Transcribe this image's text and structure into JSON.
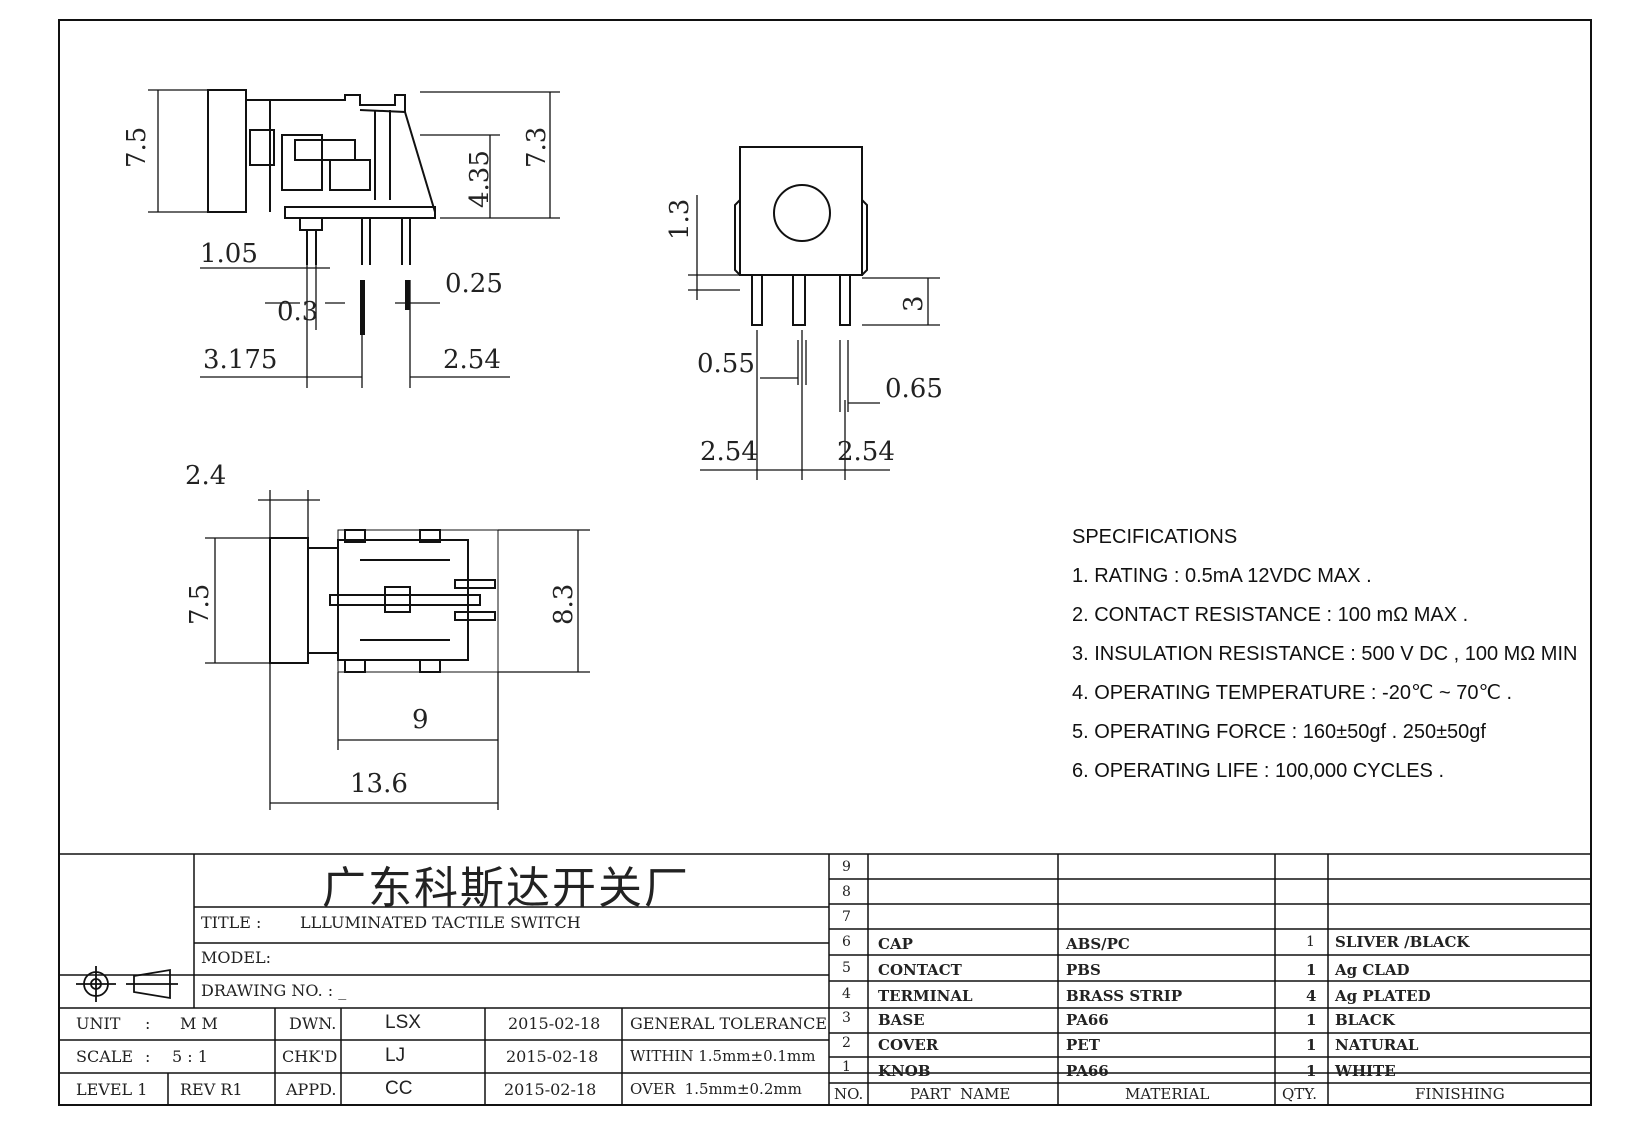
{
  "dimensions": {
    "side_height_left": "7.5",
    "side_height_right": "7.3",
    "side_mid": "4.35",
    "pin_offset": "1.05",
    "pin_width": "0.3",
    "pin_thickness": "0.25",
    "pitch_left": "3.175",
    "pitch_right": "2.54",
    "front_top": "1.3",
    "front_pin_len": "3",
    "front_pin_w1": "0.55",
    "front_pin_w2": "0.65",
    "front_pitch_left": "2.54",
    "front_pitch_right": "2.54",
    "top_cap": "2.4",
    "top_height_left": "7.5",
    "top_height_right": "8.3",
    "top_width_body": "9",
    "top_width_total": "13.6"
  },
  "specifications": {
    "heading": "SPECIFICATIONS",
    "items": [
      "1. RATING : 0.5mA 12VDC MAX .",
      "2. CONTACT RESISTANCE : 100 mΩ MAX .",
      "3. INSULATION RESISTANCE : 500 V DC , 100 MΩ MIN",
      "4. OPERATING TEMPERATURE : -20℃ ~ 70℃ .",
      "5. OPERATING FORCE : 160±50gf . 250±50gf",
      "6. OPERATING LIFE : 100,000 CYCLES ."
    ]
  },
  "title_block": {
    "company": "广东科斯达开关厂",
    "title_label": "TITLE :",
    "title_value": "LLLUMINATED TACTILE SWITCH",
    "model_label": "MODEL:",
    "drawing_no_label": "DRAWING NO. : _",
    "unit_label": "UNIT",
    "unit_sep": ":",
    "unit_value": "M M",
    "scale_label": "SCALE",
    "scale_sep": ":",
    "scale_value": "5 : 1",
    "level": "LEVEL 1",
    "rev": "REV R1",
    "dwn_label": "DWN.",
    "dwn_name": "LSX",
    "dwn_date": "2015-02-18",
    "chk_label": "CHK'D",
    "chk_name": "LJ",
    "chk_date": "2015-02-18",
    "appd_label": "APPD.",
    "appd_name": "CC",
    "appd_date": "2015-02-18",
    "tol_heading": "GENERAL TOLERANCE",
    "tol_within": "WITHIN 1.5mm±0.1mm",
    "tol_over": "OVER  1.5mm±0.2mm"
  },
  "bom": {
    "header": {
      "no": "NO.",
      "part": "PART  NAME",
      "material": "MATERIAL",
      "qty": "QTY.",
      "finishing": "FINISHING"
    },
    "rows": [
      {
        "no": "9",
        "part": "",
        "material": "",
        "qty": "",
        "finishing": ""
      },
      {
        "no": "8",
        "part": "",
        "material": "",
        "qty": "",
        "finishing": ""
      },
      {
        "no": "7",
        "part": "",
        "material": "",
        "qty": "",
        "finishing": ""
      },
      {
        "no": "6",
        "part": "CAP",
        "material": "ABS/PC",
        "qty": "1",
        "finishing": "SLIVER /BLACK"
      },
      {
        "no": "5",
        "part": "CONTACT",
        "material": "PBS",
        "qty": "1",
        "finishing": "Ag CLAD"
      },
      {
        "no": "4",
        "part": "TERMINAL",
        "material": "BRASS STRIP",
        "qty": "4",
        "finishing": "Ag PLATED"
      },
      {
        "no": "3",
        "part": "BASE",
        "material": "PA66",
        "qty": "1",
        "finishing": "BLACK"
      },
      {
        "no": "2",
        "part": "COVER",
        "material": "PET",
        "qty": "1",
        "finishing": "NATURAL"
      },
      {
        "no": "1",
        "part": "KNOB",
        "material": "PA66",
        "qty": "1",
        "finishing": "WHITE"
      }
    ]
  }
}
